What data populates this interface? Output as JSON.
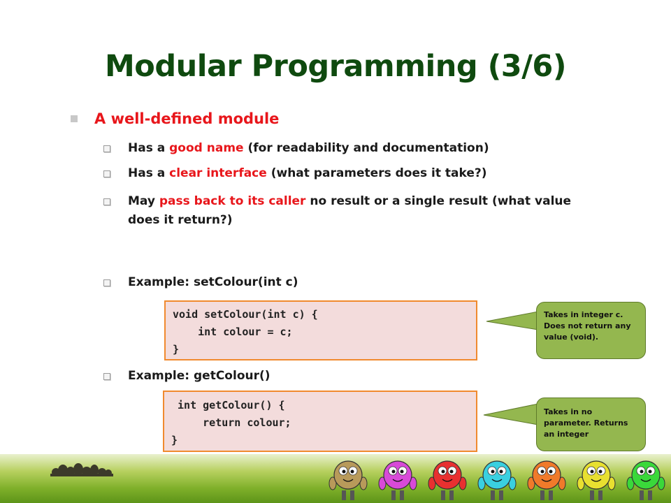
{
  "slide": {
    "title": "Modular Programming (3/6)",
    "heading": "A well-defined module",
    "points": [
      {
        "pre": "Has a ",
        "hl": "good name",
        "post": " (for readability and documentation)"
      },
      {
        "pre": "Has a ",
        "hl": "clear interface",
        "post": " (what parameters does it take?)"
      },
      {
        "pre": "May ",
        "hl": "pass back to its caller",
        "post": " no result or a single result (what value does it return?)"
      }
    ],
    "example1": "Example: setColour(int c)",
    "code1": "void setColour(int c) {\n    int colour = c;\n}",
    "note1": "Takes in integer c. Does not return any value (void).",
    "example2": "Example: getColour()",
    "code2": " int getColour() {\n     return colour;\n}",
    "note2": "Takes in no parameter. Returns an integer"
  },
  "colors": {
    "title": "#0f4a0f",
    "highlight": "#e8161b",
    "code_bg": "#f3dcdc",
    "code_border": "#f08a2e",
    "bubble": "#94b74f"
  },
  "mascot_colors": [
    "#b89a5a",
    "#d84ad8",
    "#e83030",
    "#3ad0e0",
    "#f07a2a",
    "#e8e030",
    "#3ad83a"
  ]
}
